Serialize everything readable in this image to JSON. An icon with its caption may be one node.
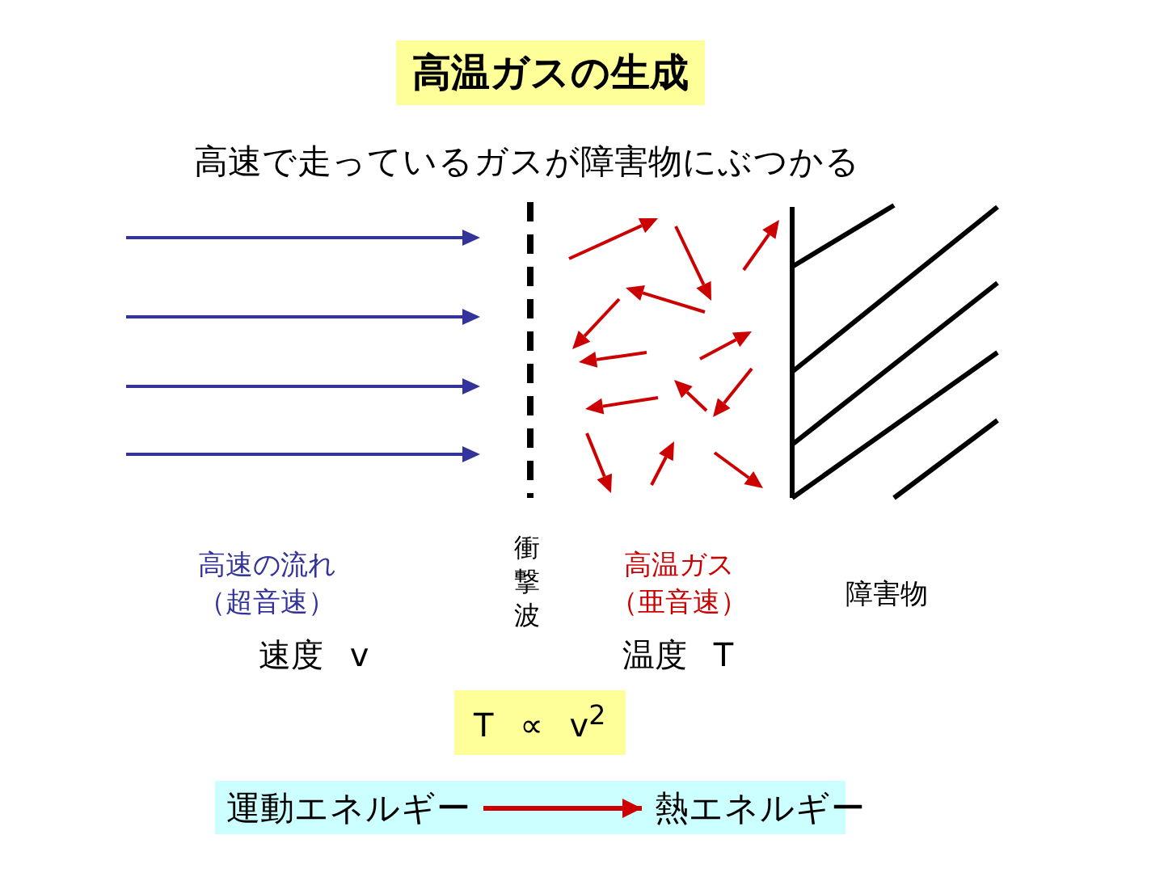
{
  "diagram": {
    "title": "高温ガスの生成",
    "nodes": [
      {
        "text": [
          "運動エネルギー"
        ]
      },
      {
        "text": [
          "熱エネルギー"
        ]
      }
    ],
    "edges": [
      {
        "from": 0,
        "to": 1,
        "arrow": "to",
        "color": "#cc0000"
      }
    ],
    "labels": [
      "高速で走っているガスが障害物にぶつかる",
      "高速の流れ（超音速）",
      "速度 v",
      "衝撃波",
      "高温ガス（亜音速）",
      "温度 T",
      "障害物",
      "T ∝ v$^{2}$"
    ]
  }
}
